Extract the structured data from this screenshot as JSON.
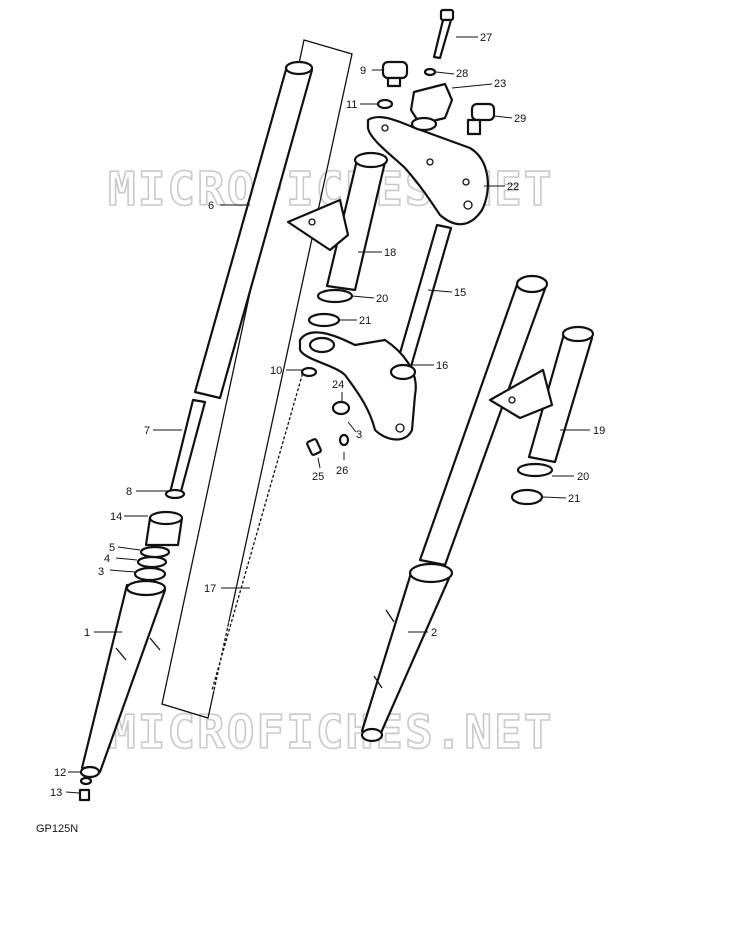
{
  "diagram": {
    "code": "GP125N",
    "watermark": "MICROFICHES.NET",
    "callouts": [
      "1",
      "2",
      "3",
      "3",
      "4",
      "5",
      "6",
      "7",
      "8",
      "9",
      "10",
      "11",
      "12",
      "13",
      "14",
      "15",
      "16",
      "17",
      "18",
      "19",
      "20",
      "20",
      "21",
      "21",
      "22",
      "23",
      "24",
      "25",
      "26",
      "27",
      "28",
      "29"
    ]
  }
}
